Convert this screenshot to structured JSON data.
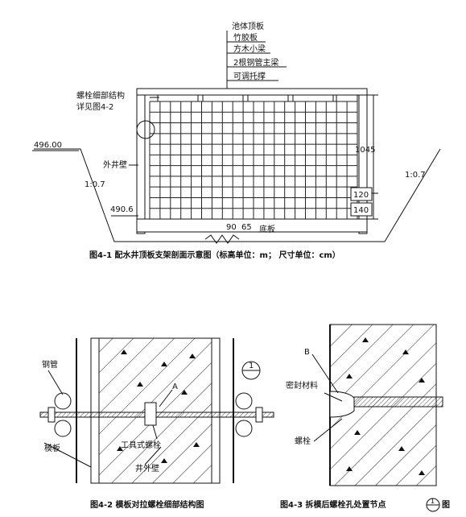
{
  "fig1": {
    "labels": {
      "top_slab": "池体顶板",
      "plywood": "竹胶板",
      "square_beam": "方木小梁",
      "main_beam": "2根钢管主梁",
      "support": "可调托撑",
      "bolt_detail_1": "螺栓细部结构",
      "bolt_detail_2": "详见图4-2",
      "outer_wall": "外井壁",
      "bottom_slab": "底板"
    },
    "elevations": {
      "top": "496.00",
      "bottom": "490.6"
    },
    "slopes": {
      "left": "1:0.7",
      "right": "1:0.7"
    },
    "dimensions": {
      "height": "1045",
      "spacing_a": "120",
      "spacing_b": "140",
      "bay_a": "90",
      "bay_b": "65"
    },
    "caption": "图4-1  配水井顶板支架剖面示意图（标高单位：m； 尺寸单位：cm）"
  },
  "fig2": {
    "labels": {
      "steel_pipe": "钢管",
      "formwork": "模板",
      "tool_bolt": "工具式螺栓",
      "outer_wall": "井外壁",
      "mark_a": "A",
      "section_mark": "1"
    },
    "caption": "图4-2  模板对拉螺栓细部结构图"
  },
  "fig3": {
    "labels": {
      "mark_b": "B",
      "sealant": "密封材料",
      "bolt": "螺栓"
    },
    "caption_prefix": "图4-3  拆模后螺栓孔处置节点",
    "caption_suffix": "图",
    "section_mark": "1"
  }
}
